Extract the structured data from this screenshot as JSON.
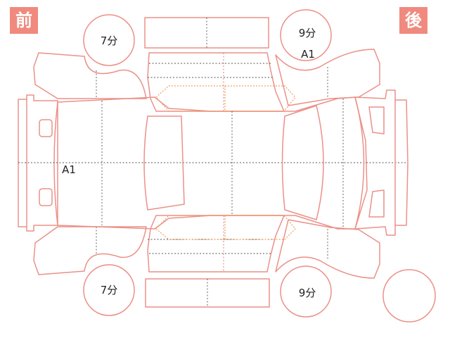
{
  "labels": {
    "front": "前",
    "rear": "後"
  },
  "tires": {
    "front_left": "7分",
    "rear_left": "9分",
    "front_right": "7分",
    "rear_right": "9分"
  },
  "damage_marks": {
    "rear_left_fender": "A1",
    "front_bumper": "A1"
  },
  "colors": {
    "outline": "#ec9088",
    "badge": "#f08a7e",
    "guide_lines": "#555555",
    "glass_guides": "#f0a060"
  }
}
